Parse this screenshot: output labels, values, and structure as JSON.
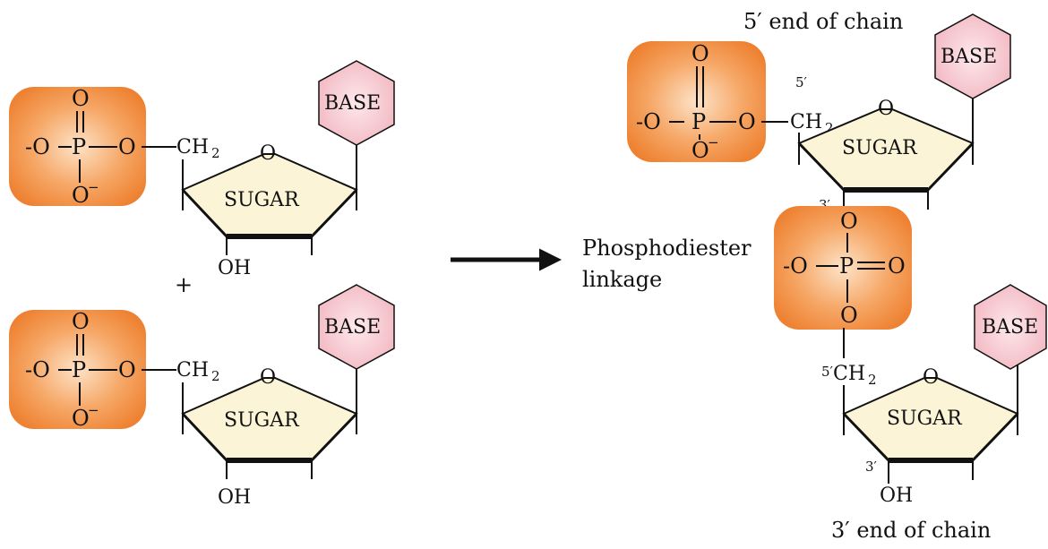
{
  "phosphate": {
    "o_minus": "-O",
    "p": "P",
    "o": "O",
    "o_neg": "O",
    "neg": "−"
  },
  "sugar": {
    "label": "SUGAR",
    "ring_o": "O",
    "ch2": "CH",
    "ch2_sub": "2",
    "oh": "OH"
  },
  "base": {
    "label": "BASE"
  },
  "reaction": {
    "plus": "+",
    "product": "Phosphodiester",
    "product_line2": "linkage"
  },
  "chain": {
    "five_end": "5′ end of chain",
    "three_end": "3′ end of chain",
    "five_prime": "5′",
    "three_prime": "3′"
  },
  "colors": {
    "phosphate_fill": "#f08a3a",
    "phosphate_glow": "#fde3c8",
    "sugar_fill": "#fbf4d6",
    "base_fill": "#f4c4cc",
    "base_glow": "#fde8ec",
    "ink": "#111111"
  }
}
